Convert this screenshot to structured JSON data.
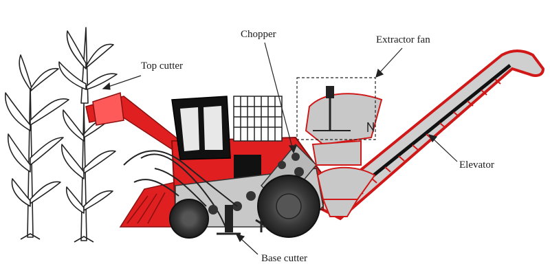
{
  "labels": {
    "top_cutter": "Top cutter",
    "chopper": "Chopper",
    "extractor_fan": "Extractor fan",
    "elevator": "Elevator",
    "base_cutter": "Base cutter"
  },
  "colors": {
    "machine_red": "#e02020",
    "dark_red": "#8a0f0f",
    "body_grey": "#c8c8c8",
    "tire_dark": "#333333",
    "cab_black": "#111111",
    "cane_outline": "#222222"
  },
  "icons": {
    "cane_plants": "sugarcane-plant-icon",
    "harvester": "harvester-illustration"
  }
}
